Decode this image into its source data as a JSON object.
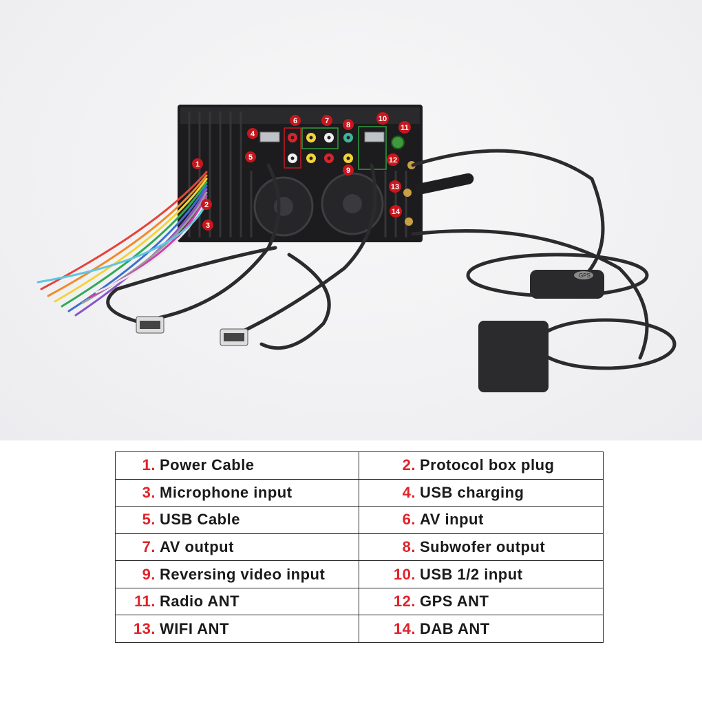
{
  "callouts": [
    "1",
    "2",
    "3",
    "4",
    "5",
    "6",
    "7",
    "8",
    "9",
    "10",
    "11",
    "12",
    "13",
    "14"
  ],
  "gps_module_label": "GPS",
  "legend": {
    "rows": [
      {
        "left": {
          "num": "1.",
          "label": "Power Cable"
        },
        "right": {
          "num": "2.",
          "label": "Protocol box plug"
        }
      },
      {
        "left": {
          "num": "3.",
          "label": "Microphone input"
        },
        "right": {
          "num": "4.",
          "label": "USB charging"
        }
      },
      {
        "left": {
          "num": "5.",
          "label": "USB Cable"
        },
        "right": {
          "num": "6.",
          "label": "AV input"
        }
      },
      {
        "left": {
          "num": "7.",
          "label": "AV output"
        },
        "right": {
          "num": "8.",
          "label": "Subwofer output"
        }
      },
      {
        "left": {
          "num": "9.",
          "label": "Reversing video input"
        },
        "right": {
          "num": "10.",
          "label": "USB 1/2 input"
        }
      },
      {
        "left": {
          "num": "11.",
          "label": "Radio ANT"
        },
        "right": {
          "num": "12.",
          "label": "GPS ANT"
        }
      },
      {
        "left": {
          "num": "13.",
          "label": "WIFI ANT"
        },
        "right": {
          "num": "14.",
          "label": "DAB ANT"
        }
      }
    ]
  },
  "colors": {
    "callout_bg": "#c8161d",
    "number_text": "#e0232a",
    "unit_body": "#1c1c1e"
  }
}
